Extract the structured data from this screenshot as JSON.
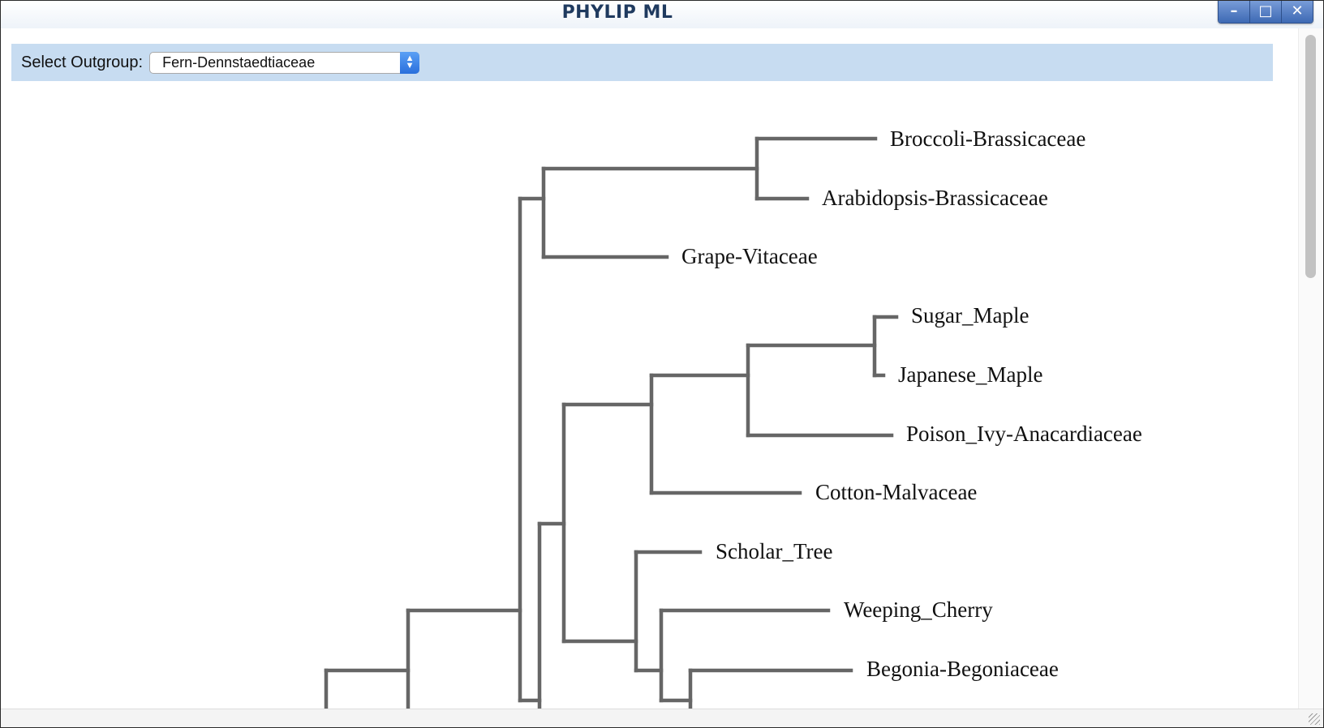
{
  "window": {
    "title": "PHYLIP ML",
    "controls": [
      {
        "name": "minimize-button",
        "glyph": "–"
      },
      {
        "name": "maximize-button",
        "glyph": "□"
      },
      {
        "name": "close-button",
        "glyph": "✕"
      }
    ]
  },
  "toolbar": {
    "outgroup_label": "Select Outgroup:",
    "outgroup_selected": "Fern-Dennstaedtiaceae"
  },
  "tree": {
    "branch_color": "#666666",
    "taxa": [
      "Broccoli-Brassicaceae",
      "Arabidopsis-Brassicaceae",
      "Grape-Vitaceae",
      "Sugar_Maple",
      "Japanese_Maple",
      "Poison_Ivy-Anacardiaceae",
      "Cotton-Malvaceae",
      "Scholar_Tree",
      "Weeping_Cherry",
      "Begonia-Begoniaceae"
    ]
  },
  "colors": {
    "toolbar_bg": "#c7dcf1",
    "title_text": "#1f3a5f",
    "window_controls": "#3d69b4"
  }
}
